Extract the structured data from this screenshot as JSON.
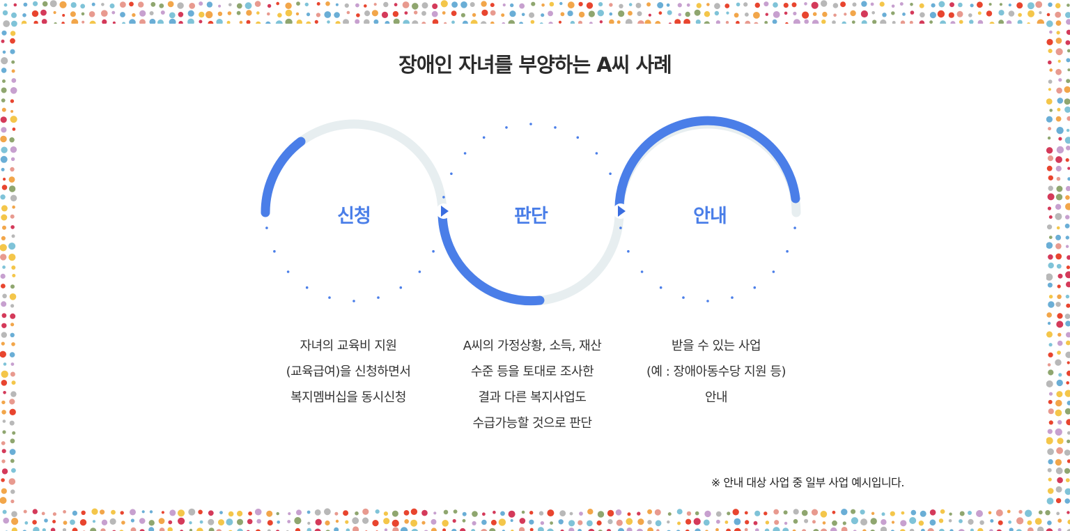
{
  "title": "장애인 자녀를 부양하는 A씨 사례",
  "steps": [
    {
      "label": "신청",
      "lines": [
        "자녀의 교육비 지원",
        "(교육급여)을 신청하면서",
        "복지멤버십을 동시신청"
      ]
    },
    {
      "label": "판단",
      "lines": [
        "A씨의 가정상황, 소득, 재산",
        "수준 등을 토대로 조사한",
        "결과 다른 복지사업도",
        "수급가능할 것으로 판단"
      ]
    },
    {
      "label": "안내",
      "lines": [
        "받을 수 있는 사업",
        "(예 : 장애아동수당 지원 등)",
        "안내"
      ]
    }
  ],
  "footnote": "※ 안내 대상 사업 중 일부 사업 예시입니다.",
  "colors": {
    "accent": "#4a7ee8",
    "track": "#e7eef0",
    "dots": [
      "#e8452f",
      "#f2a64a",
      "#7fc3d8",
      "#c7a0cf",
      "#8fa66f",
      "#f4c64a",
      "#e89a8f",
      "#6aaed6",
      "#d43a5a",
      "#b8b8b8"
    ]
  },
  "icons": {
    "connector": "chevron-right-icon"
  }
}
